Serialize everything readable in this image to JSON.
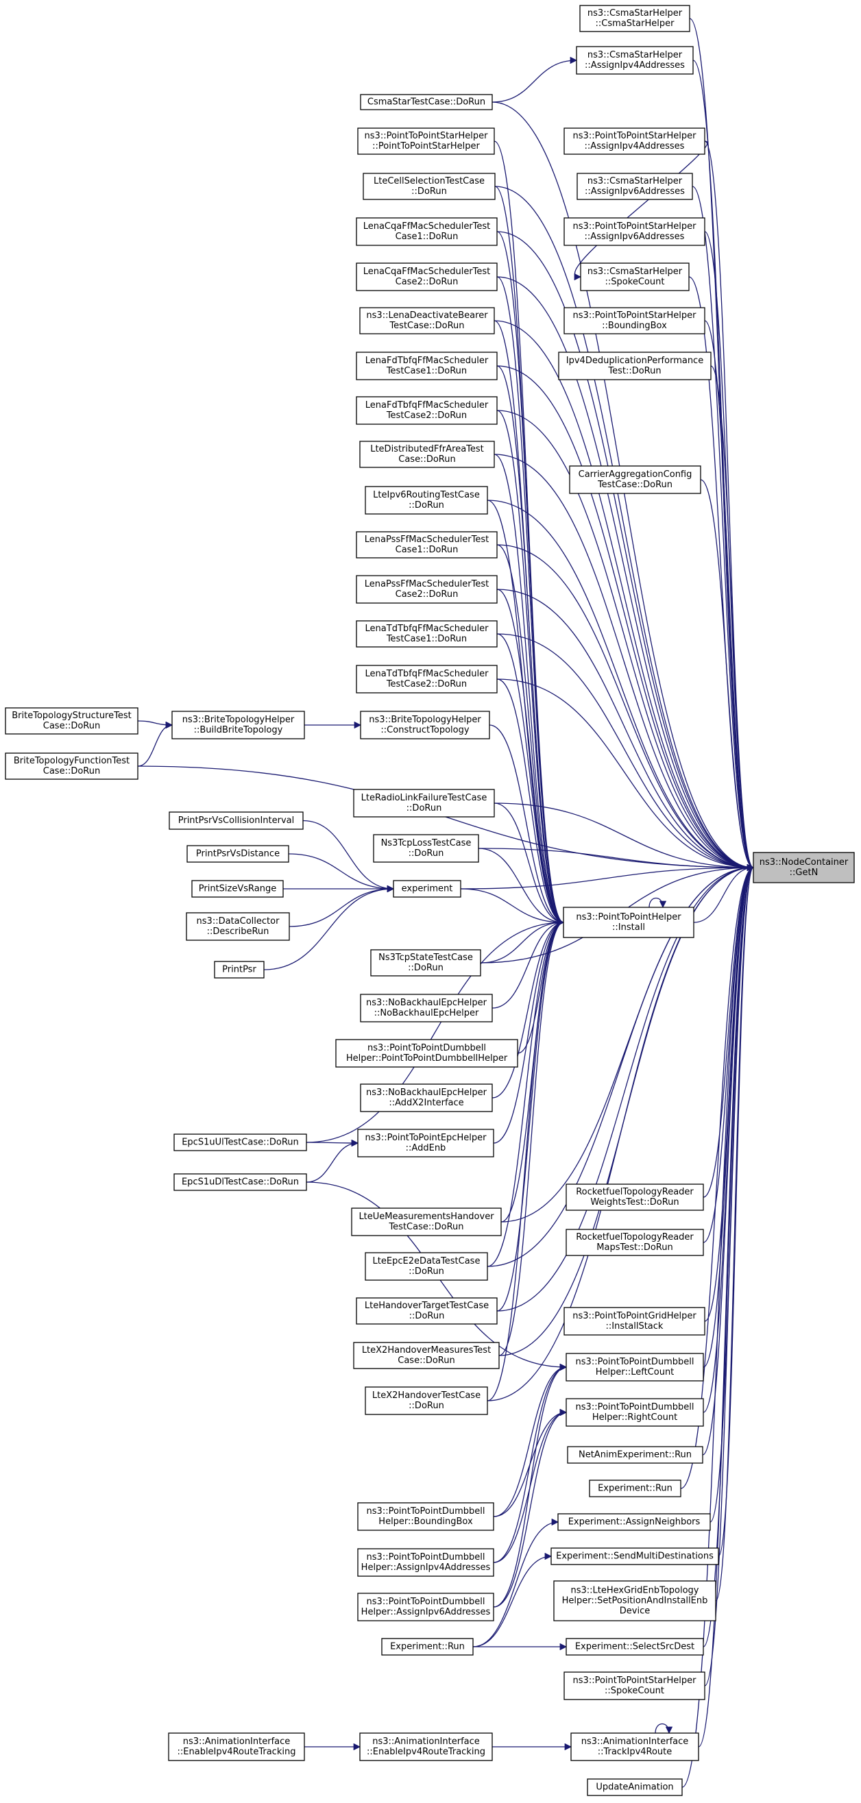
{
  "graph": {
    "edge_color": "#191970",
    "focus_fill": "#bfbfbf",
    "nodes": [
      {
        "id": "getn",
        "lines": [
          "ns3::NodeContainer",
          "::GetN"
        ],
        "focus": true
      },
      {
        "id": "csh_ctor",
        "lines": [
          "ns3::CsmaStarHelper",
          "::CsmaStarHelper"
        ]
      },
      {
        "id": "csh_a4",
        "lines": [
          "ns3::CsmaStarHelper",
          "::AssignIpv4Addresses"
        ]
      },
      {
        "id": "cstc",
        "lines": [
          "CsmaStarTestCase::DoRun"
        ]
      },
      {
        "id": "ptpsh_a4",
        "lines": [
          "ns3::PointToPointStarHelper",
          "::AssignIpv4Addresses"
        ]
      },
      {
        "id": "ptpsh_ctor",
        "lines": [
          "ns3::PointToPointStarHelper",
          "::PointToPointStarHelper"
        ]
      },
      {
        "id": "csh_a6",
        "lines": [
          "ns3::CsmaStarHelper",
          "::AssignIpv6Addresses"
        ]
      },
      {
        "id": "ltecell",
        "lines": [
          "LteCellSelectionTestCase",
          "::DoRun"
        ]
      },
      {
        "id": "ptpsh_a6",
        "lines": [
          "ns3::PointToPointStarHelper",
          "::AssignIpv6Addresses"
        ]
      },
      {
        "id": "cqa1",
        "lines": [
          "LenaCqaFfMacSchedulerTest",
          "Case1::DoRun"
        ]
      },
      {
        "id": "csh_spoke",
        "lines": [
          "ns3::CsmaStarHelper",
          "::SpokeCount"
        ]
      },
      {
        "id": "cqa2",
        "lines": [
          "LenaCqaFfMacSchedulerTest",
          "Case2::DoRun"
        ]
      },
      {
        "id": "ptpsh_bb",
        "lines": [
          "ns3::PointToPointStarHelper",
          "::BoundingBox"
        ]
      },
      {
        "id": "deact",
        "lines": [
          "ns3::LenaDeactivateBearer",
          "TestCase::DoRun"
        ]
      },
      {
        "id": "ipv4dedup",
        "lines": [
          "Ipv4DeduplicationPerformance",
          "Test::DoRun"
        ]
      },
      {
        "id": "fdt1",
        "lines": [
          "LenaFdTbfqFfMacScheduler",
          "TestCase1::DoRun"
        ]
      },
      {
        "id": "fdt2",
        "lines": [
          "LenaFdTbfqFfMacScheduler",
          "TestCase2::DoRun"
        ]
      },
      {
        "id": "ffr",
        "lines": [
          "LteDistributedFfrAreaTest",
          "Case::DoRun"
        ]
      },
      {
        "id": "carrier",
        "lines": [
          "CarrierAggregationConfig",
          "TestCase::DoRun"
        ]
      },
      {
        "id": "ipv6r",
        "lines": [
          "LteIpv6RoutingTestCase",
          "::DoRun"
        ]
      },
      {
        "id": "pss1",
        "lines": [
          "LenaPssFfMacSchedulerTest",
          "Case1::DoRun"
        ]
      },
      {
        "id": "pss2",
        "lines": [
          "LenaPssFfMacSchedulerTest",
          "Case2::DoRun"
        ]
      },
      {
        "id": "tdt1",
        "lines": [
          "LenaTdTbfqFfMacScheduler",
          "TestCase1::DoRun"
        ]
      },
      {
        "id": "tdt2",
        "lines": [
          "LenaTdTbfqFfMacScheduler",
          "TestCase2::DoRun"
        ]
      },
      {
        "id": "britestruct",
        "lines": [
          "BriteTopologyStructureTest",
          "Case::DoRun"
        ]
      },
      {
        "id": "britebuild",
        "lines": [
          "ns3::BriteTopologyHelper",
          "::BuildBriteTopology"
        ]
      },
      {
        "id": "briteconstruct",
        "lines": [
          "ns3::BriteTopologyHelper",
          "::ConstructTopology"
        ]
      },
      {
        "id": "britefunc",
        "lines": [
          "BriteTopologyFunctionTest",
          "Case::DoRun"
        ]
      },
      {
        "id": "rlf",
        "lines": [
          "LteRadioLinkFailureTestCase",
          "::DoRun"
        ]
      },
      {
        "id": "psrcoll",
        "lines": [
          "PrintPsrVsCollisionInterval"
        ]
      },
      {
        "id": "tcploss",
        "lines": [
          "Ns3TcpLossTestCase",
          "::DoRun"
        ]
      },
      {
        "id": "psrdist",
        "lines": [
          "PrintPsrVsDistance"
        ]
      },
      {
        "id": "sizerange",
        "lines": [
          "PrintSizeVsRange"
        ]
      },
      {
        "id": "experiment",
        "lines": [
          "experiment"
        ]
      },
      {
        "id": "dcdescribe",
        "lines": [
          "ns3::DataCollector",
          "::DescribeRun"
        ]
      },
      {
        "id": "install",
        "lines": [
          "ns3::PointToPointHelper",
          "::Install"
        ]
      },
      {
        "id": "printpsr",
        "lines": [
          "PrintPsr"
        ]
      },
      {
        "id": "tcpstate",
        "lines": [
          "Ns3TcpStateTestCase",
          "::DoRun"
        ]
      },
      {
        "id": "nobh_ctor",
        "lines": [
          "ns3::NoBackhaulEpcHelper",
          "::NoBackhaulEpcHelper"
        ]
      },
      {
        "id": "dumb_ctor",
        "lines": [
          "ns3::PointToPointDumbbell",
          "Helper::PointToPointDumbbellHelper"
        ]
      },
      {
        "id": "nobh_x2",
        "lines": [
          "ns3::NoBackhaulEpcHelper",
          "::AddX2Interface"
        ]
      },
      {
        "id": "epcul",
        "lines": [
          "EpcS1uUlTestCase::DoRun"
        ]
      },
      {
        "id": "addenb",
        "lines": [
          "ns3::PointToPointEpcHelper",
          "::AddEnb"
        ]
      },
      {
        "id": "epcdl",
        "lines": [
          "EpcS1uDlTestCase::DoRun"
        ]
      },
      {
        "id": "rocketw",
        "lines": [
          "RocketfuelTopologyReader",
          "WeightsTest::DoRun"
        ]
      },
      {
        "id": "uemeas",
        "lines": [
          "LteUeMeasurementsHandover",
          "TestCase::DoRun"
        ]
      },
      {
        "id": "rocketm",
        "lines": [
          "RocketfuelTopologyReader",
          "MapsTest::DoRun"
        ]
      },
      {
        "id": "e2e",
        "lines": [
          "LteEpcE2eDataTestCase",
          "::DoRun"
        ]
      },
      {
        "id": "hotarget",
        "lines": [
          "LteHandoverTargetTestCase",
          "::DoRun"
        ]
      },
      {
        "id": "gridstack",
        "lines": [
          "ns3::PointToPointGridHelper",
          "::InstallStack"
        ]
      },
      {
        "id": "x2meas",
        "lines": [
          "LteX2HandoverMeasuresTest",
          "Case::DoRun"
        ]
      },
      {
        "id": "leftcount",
        "lines": [
          "ns3::PointToPointDumbbell",
          "Helper::LeftCount"
        ]
      },
      {
        "id": "x2ho",
        "lines": [
          "LteX2HandoverTestCase",
          "::DoRun"
        ]
      },
      {
        "id": "rightcount",
        "lines": [
          "ns3::PointToPointDumbbell",
          "Helper::RightCount"
        ]
      },
      {
        "id": "netanim",
        "lines": [
          "NetAnimExperiment::Run"
        ]
      },
      {
        "id": "exprun_r",
        "lines": [
          "Experiment::Run"
        ]
      },
      {
        "id": "dumb_bb",
        "lines": [
          "ns3::PointToPointDumbbell",
          "Helper::BoundingBox"
        ]
      },
      {
        "id": "assignnb",
        "lines": [
          "Experiment::AssignNeighbors"
        ]
      },
      {
        "id": "dumb_a4",
        "lines": [
          "ns3::PointToPointDumbbell",
          "Helper::AssignIpv4Addresses"
        ]
      },
      {
        "id": "sendmulti",
        "lines": [
          "Experiment::SendMultiDestinations"
        ]
      },
      {
        "id": "hexgrid",
        "lines": [
          "ns3::LteHexGridEnbTopology",
          "Helper::SetPositionAndInstallEnb",
          "Device"
        ]
      },
      {
        "id": "dumb_a6",
        "lines": [
          "ns3::PointToPointDumbbell",
          "Helper::AssignIpv6Addresses"
        ]
      },
      {
        "id": "exprun_l",
        "lines": [
          "Experiment::Run"
        ]
      },
      {
        "id": "selectsrc",
        "lines": [
          "Experiment::SelectSrcDest"
        ]
      },
      {
        "id": "ptpsh_spoke",
        "lines": [
          "ns3::PointToPointStarHelper",
          "::SpokeCount"
        ]
      },
      {
        "id": "anim_enable_l",
        "lines": [
          "ns3::AnimationInterface",
          "::EnableIpv4RouteTracking"
        ]
      },
      {
        "id": "anim_enable_m",
        "lines": [
          "ns3::AnimationInterface",
          "::EnableIpv4RouteTracking"
        ]
      },
      {
        "id": "anim_track",
        "lines": [
          "ns3::AnimationInterface",
          "::TrackIpv4Route"
        ]
      },
      {
        "id": "updateanim",
        "lines": [
          "UpdateAnimation"
        ]
      }
    ]
  }
}
